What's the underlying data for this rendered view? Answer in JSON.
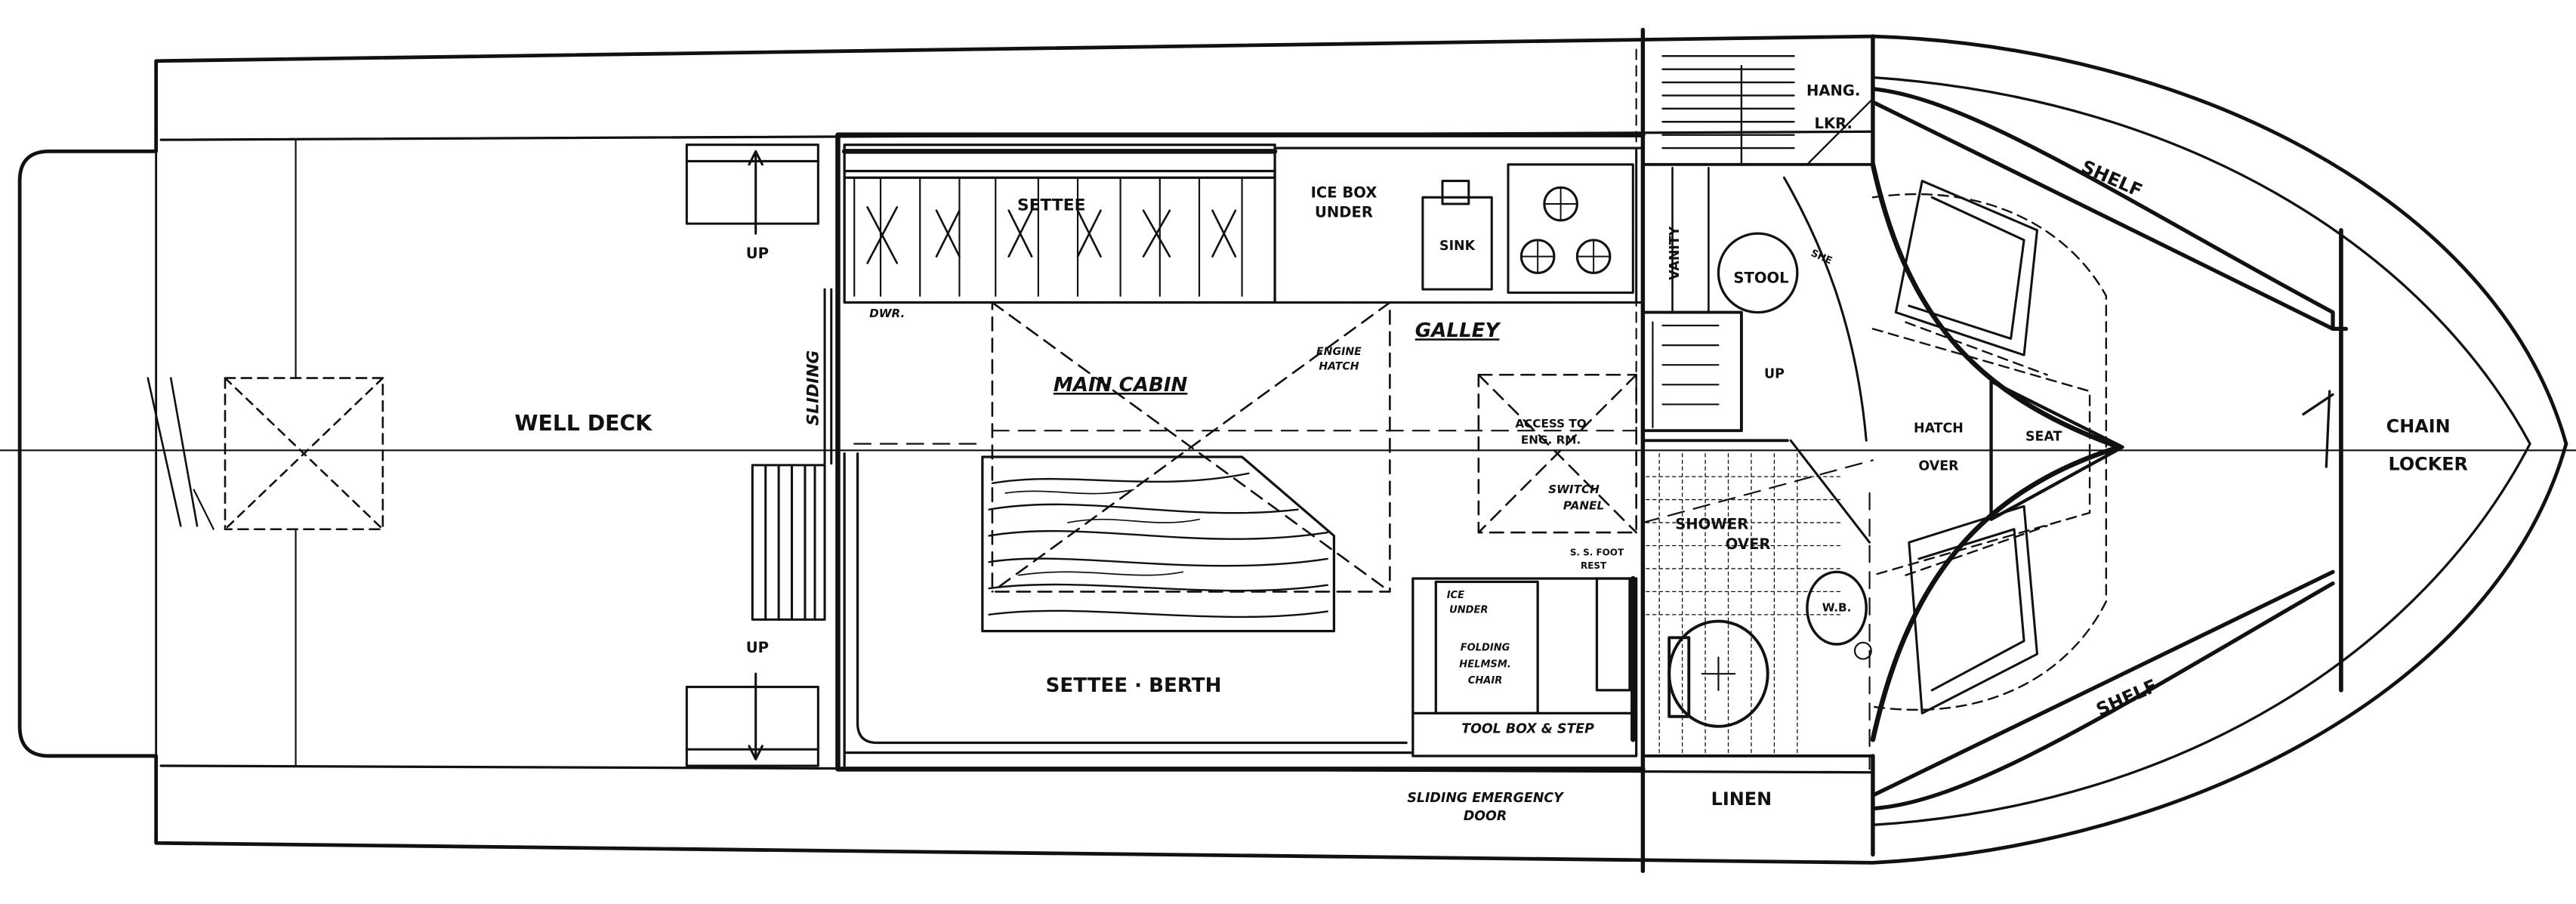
{
  "labels": {
    "well_deck": "WELL DECK",
    "up_top": "UP",
    "up_bottom": "UP",
    "sliding": "SLIDING",
    "settee_top": "SETTEE",
    "dwr": "DWR.",
    "main_cabin": "MAIN CABIN",
    "engine_hatch_1": "ENGINE",
    "engine_hatch_2": "HATCH",
    "ice_box_1": "ICE BOX",
    "ice_box_2": "UNDER",
    "sink": "SINK",
    "galley": "GALLEY",
    "access_1": "ACCESS TO",
    "access_2": "ENG. RM.",
    "switch_1": "SWITCH",
    "switch_2": "PANEL",
    "ss_foot_1": "S. S. FOOT",
    "ss_foot_2": "REST",
    "ice_under_1": "ICE",
    "ice_under_2": "UNDER",
    "folding_1": "FOLDING",
    "folding_2": "HELMSM.",
    "folding_3": "CHAIR",
    "tool_box": "TOOL BOX & STEP",
    "settee_berth": "SETTEE · BERTH",
    "sliding_door_1": "SLIDING EMERGENCY",
    "sliding_door_2": "DOOR",
    "linen": "LINEN",
    "hang_1": "HANG.",
    "hang_2": "LKR.",
    "vanity": "VANITY",
    "stool": "STOOL",
    "up_head": "UP",
    "shower_1": "SHOWER",
    "shower_2": "OVER",
    "wb": "W.B.",
    "shelf_top": "SHELF",
    "shelf_bottom": "SHELF",
    "hatch_1": "HATCH",
    "hatch_2": "OVER",
    "seat": "SEAT",
    "chain_1": "CHAIN",
    "chain_2": "LOCKER",
    "shelf_small": "SHE"
  }
}
